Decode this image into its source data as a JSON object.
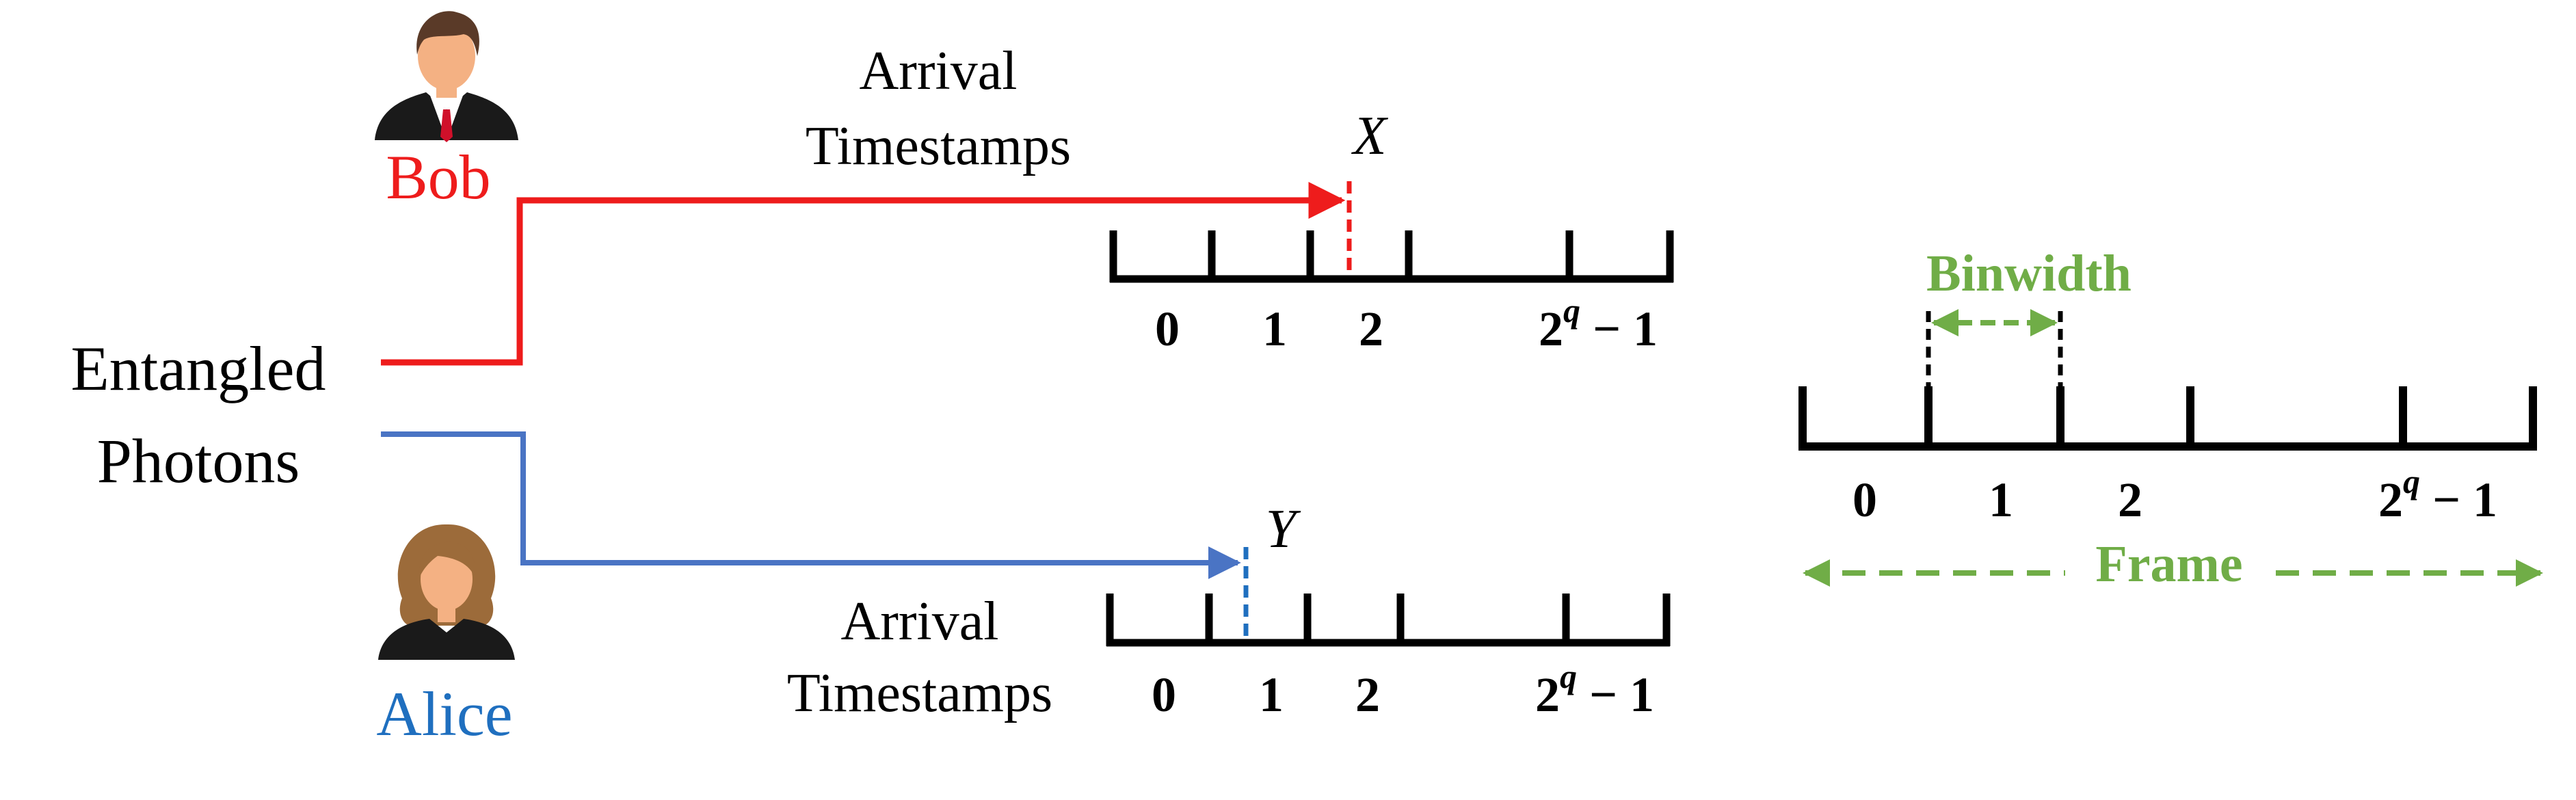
{
  "people": {
    "bob": {
      "name": "Bob",
      "color": "#ee1c1c"
    },
    "alice": {
      "name": "Alice",
      "color": "#1f6fbf"
    }
  },
  "source": {
    "line1": "Entangled",
    "line2": "Photons"
  },
  "bob_path": {
    "label_line1": "Arrival",
    "label_line2": "Timestamps",
    "marker": "X",
    "color": "#ee1c1c"
  },
  "alice_path": {
    "label_line1": "Arrival",
    "label_line2": "Timestamps",
    "marker": "Y",
    "color": "#4a74c4"
  },
  "timeline_labels": {
    "zero": "0",
    "one": "1",
    "two": "2",
    "last_base": "2",
    "last_exp": "q",
    "last_tail": " − 1"
  },
  "frame_diagram": {
    "binwidth_label": "Binwidth",
    "frame_label": "Frame",
    "accent_color": "#70ad47"
  },
  "icons": [
    "bob-avatar-icon",
    "alice-avatar-icon"
  ]
}
